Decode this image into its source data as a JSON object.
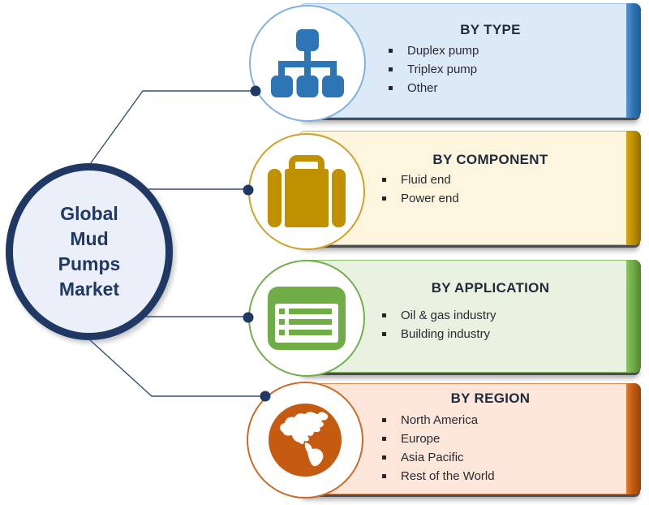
{
  "hub": {
    "title_lines": [
      "Global",
      "Mud",
      "Pumps",
      "Market"
    ]
  },
  "segments": [
    {
      "title": "BY TYPE",
      "items": [
        "Duplex pump",
        "Triplex pump",
        "Other"
      ],
      "icon": "org-chart-icon",
      "accent": "#2E75B6",
      "fill": "#DCE9F6"
    },
    {
      "title": "BY COMPONENT",
      "items": [
        "Fluid end",
        "Power end"
      ],
      "icon": "briefcase-icon",
      "accent": "#BF9000",
      "fill": "#FDF5DE"
    },
    {
      "title": "BY APPLICATION",
      "items": [
        "Oil & gas industry",
        "Building industry"
      ],
      "icon": "list-icon",
      "accent": "#70AD47",
      "fill": "#E9F2E1"
    },
    {
      "title": "BY REGION",
      "items": [
        "North America",
        "Europe",
        "Asia Pacific",
        "Rest of the World"
      ],
      "icon": "globe-icon",
      "accent": "#C55A11",
      "fill": "#FBE6D9"
    }
  ],
  "colors": {
    "hub_border": "#1F3864",
    "hub_fill": "#EAEFF9",
    "hub_text": "#1F3864",
    "connector_line": "#33517E",
    "connector_dot": "#1F3864",
    "card_shadow": "#484848",
    "item_text": "#2A2A33",
    "title_text": "#1F2B3D"
  }
}
